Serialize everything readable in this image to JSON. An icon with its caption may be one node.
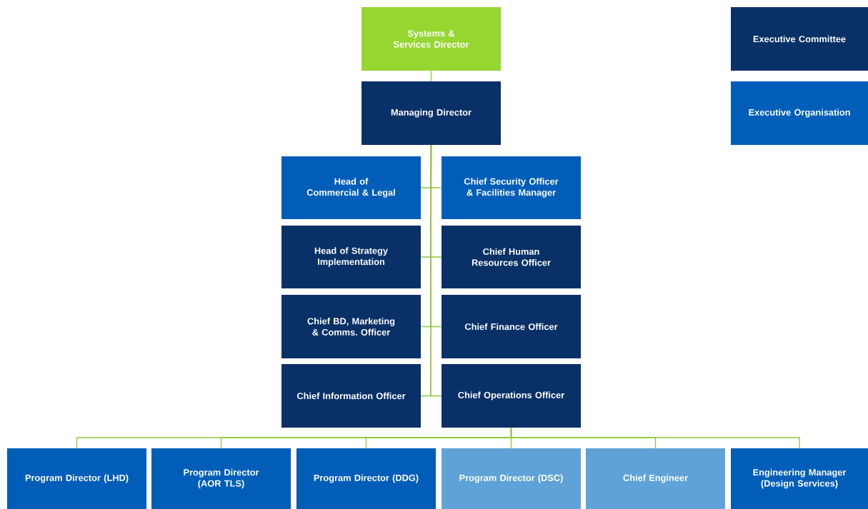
{
  "diagram": {
    "nodes": [
      {
        "text": [
          "Systems & Services Director"
        ]
      },
      {
        "text": [
          "Managing Director"
        ]
      },
      {
        "text": [
          "Head of Commercial & Legal"
        ]
      },
      {
        "text": [
          "Chief Security Officer & Facilities Manager"
        ]
      },
      {
        "text": [
          "Head of Strategy Implementation"
        ]
      },
      {
        "text": [
          "Chief Human Resources Officer"
        ]
      },
      {
        "text": [
          "Chief BD, Marketing & Comms. Officer"
        ]
      },
      {
        "text": [
          "Chief Finance Officer"
        ]
      },
      {
        "text": [
          "Chief Information Officer"
        ]
      },
      {
        "text": [
          "Chief Operations Officer"
        ]
      },
      {
        "text": [
          "Program Director (LHD)"
        ]
      },
      {
        "text": [
          "Program Director (AOR TLS)"
        ]
      },
      {
        "text": [
          "Program Director (DDG)"
        ]
      },
      {
        "text": [
          "Program Director (DSC)"
        ]
      },
      {
        "text": [
          "Chief Engineer"
        ]
      },
      {
        "text": [
          "Engineering Manager (Design Services)"
        ]
      }
    ],
    "edges": [
      {
        "from": 0,
        "to": 1,
        "arrow": "none"
      },
      {
        "from": 1,
        "to": 2,
        "arrow": "none"
      },
      {
        "from": 1,
        "to": 3,
        "arrow": "none"
      },
      {
        "from": 1,
        "to": 4,
        "arrow": "none"
      },
      {
        "from": 1,
        "to": 5,
        "arrow": "none"
      },
      {
        "from": 1,
        "to": 6,
        "arrow": "none"
      },
      {
        "from": 1,
        "to": 7,
        "arrow": "none"
      },
      {
        "from": 1,
        "to": 8,
        "arrow": "none"
      },
      {
        "from": 1,
        "to": 9,
        "arrow": "none"
      },
      {
        "from": 9,
        "to": 10,
        "arrow": "none"
      },
      {
        "from": 9,
        "to": 11,
        "arrow": "none"
      },
      {
        "from": 9,
        "to": 12,
        "arrow": "none"
      },
      {
        "from": 9,
        "to": 13,
        "arrow": "none"
      },
      {
        "from": 9,
        "to": 14,
        "arrow": "none"
      },
      {
        "from": 9,
        "to": 15,
        "arrow": "none"
      }
    ],
    "legend": [
      {
        "text": "Executive Committee",
        "color": "#0a3167"
      },
      {
        "text": "Executive Organisation",
        "color": "#005eb8"
      }
    ]
  }
}
